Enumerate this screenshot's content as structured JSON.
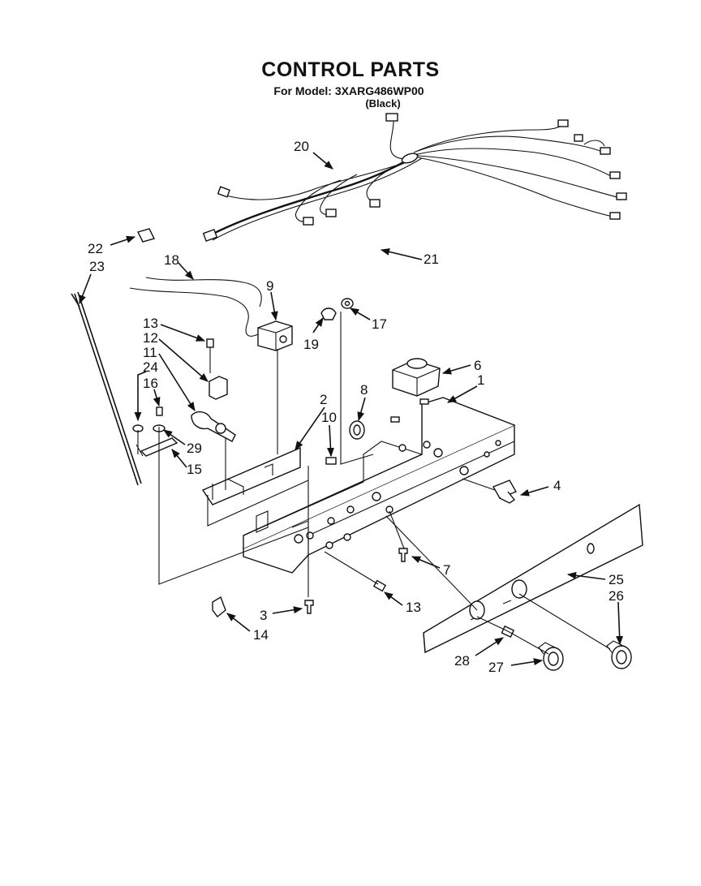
{
  "header": {
    "title": "CONTROL PARTS",
    "model_line": "For Model: 3XARG486WP00",
    "color_line": "(Black)"
  },
  "labels": {
    "p1": "1",
    "p2": "2",
    "p3": "3",
    "p4": "4",
    "p6": "6",
    "p7": "7",
    "p8": "8",
    "p9": "9",
    "p10": "10",
    "p11": "11",
    "p12": "12",
    "p13a": "13",
    "p13b": "13",
    "p14": "14",
    "p15": "15",
    "p16": "16",
    "p17": "17",
    "p18": "18",
    "p19": "19",
    "p20": "20",
    "p21": "21",
    "p22": "22",
    "p23": "23",
    "p24": "24",
    "p25": "25",
    "p26": "26",
    "p27": "27",
    "p28": "28",
    "p29": "29"
  }
}
